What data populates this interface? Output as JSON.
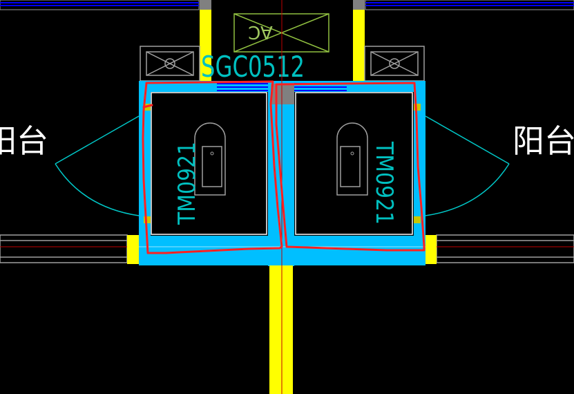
{
  "labels": {
    "window_code": "SGC0512",
    "ac_tag": "AC",
    "door_code_left": "TM0921",
    "door_code_right": "TM0921",
    "balcony_left": "阳台",
    "balcony_right": "阳台"
  },
  "colors": {
    "background": "#000000",
    "wall_fill": "#00bfff",
    "column_fill": "#ffff00",
    "window_line": "#0000ff",
    "door_swing": "#00c8c8",
    "ac_box": "#90c040",
    "markup": "#ff2020",
    "outline": "#a0a0a0",
    "text": "#ffffff",
    "door_text": "#00c0c0",
    "axis": "#c00000"
  }
}
